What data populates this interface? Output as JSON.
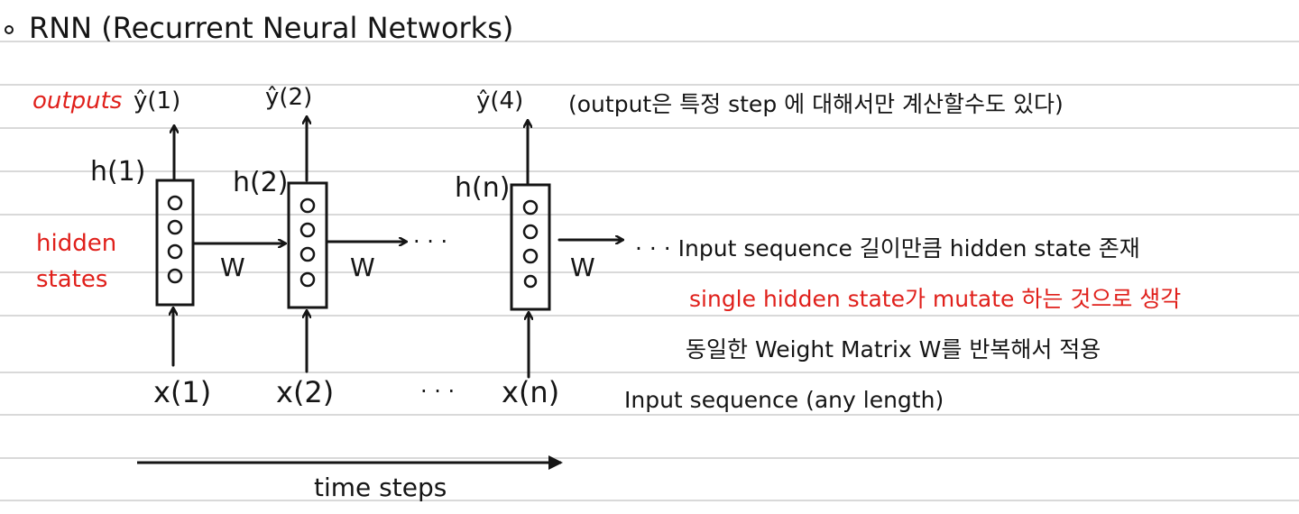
{
  "title": "RNN (Recurrent Neural Networks)",
  "labels": {
    "outputs": "outputs",
    "hidden_states_line1": "hidden",
    "hidden_states_line2": "states",
    "time_steps": "time steps"
  },
  "outputs": [
    "ŷ(1)",
    "ŷ(2)",
    "ŷ(4)"
  ],
  "hidden": [
    "h(1)",
    "h(2)",
    "h(n)"
  ],
  "inputs": [
    "x(1)",
    "x(2)",
    "x(n)"
  ],
  "weight": "W",
  "ellipsis": "· · ·",
  "notes": {
    "output_note": "(output은 특정 step 에 대해서만 계산할수도 있다)",
    "hidden_seq": "· · · Input sequence 길이만큼 hidden state 존재",
    "single_hidden": "single hidden state가 mutate 하는 것으로 생각",
    "same_weight": "동일한 Weight Matrix W를 반복해서 적용",
    "input_seq": "Input sequence (any length)"
  },
  "colors": {
    "ink": "#151515",
    "accent": "#e0201b",
    "rule": "#d9d9d9"
  }
}
